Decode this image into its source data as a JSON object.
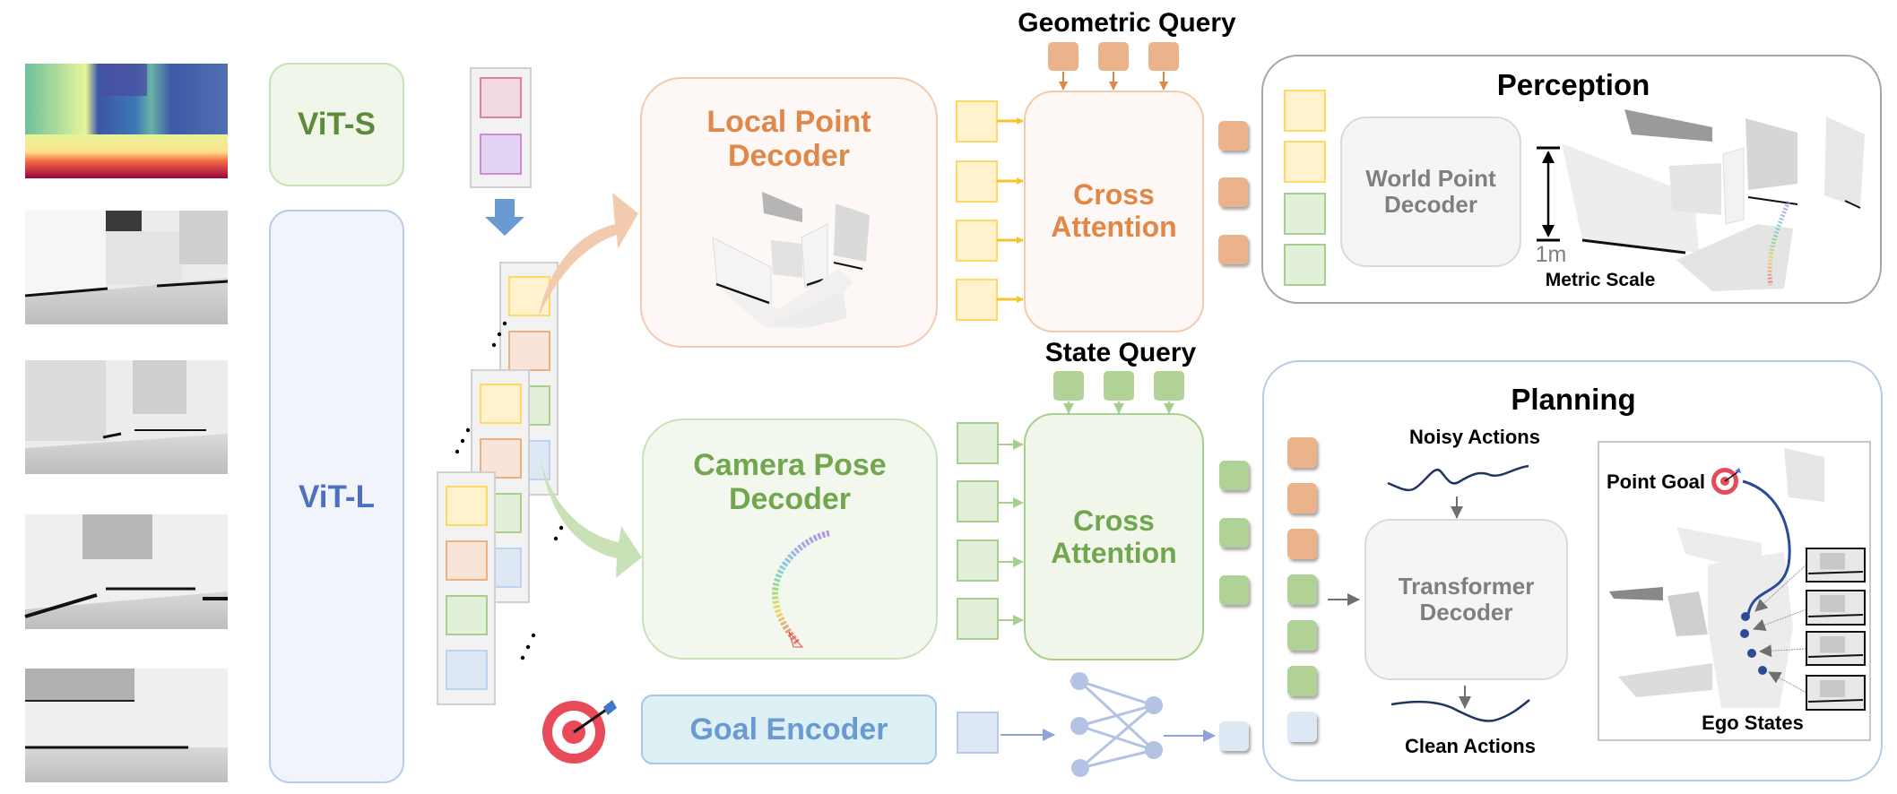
{
  "colors": {
    "orange": "#E0874A",
    "orange_fill": "#FDF8F5",
    "orange_border": "#F2CBAE",
    "orange_token": "#EAB38A",
    "green": "#72A64F",
    "green_fill": "#F3F8EF",
    "green_border": "#C5DFB4",
    "green_token": "#B1D296",
    "blue": "#5274C4",
    "blue_fill": "#F1F5FB",
    "blue_border": "#B8CBEA",
    "goal_fill": "#DDF1F4",
    "goal_text": "#6A9AD2",
    "gray_text": "#7F7F7F",
    "yellow_token": "#FFF2CC",
    "yellow_border": "#FFD966",
    "target_red": "#E84A5A",
    "path_blue": "#2C4A9A"
  },
  "inputs": {
    "depth_image": "depth-map",
    "frames": [
      "frame-1",
      "frame-2",
      "frame-3",
      "frame-4"
    ]
  },
  "encoders": {
    "small": "ViT-S",
    "large": "ViT-L"
  },
  "decoders": {
    "local_point": [
      "Local Point",
      "Decoder"
    ],
    "camera_pose": [
      "Camera Pose",
      "Decoder"
    ],
    "goal": "Goal Encoder"
  },
  "queries": {
    "geometric": "Geometric Query",
    "state": "State Query"
  },
  "cross_attention": [
    "Cross",
    "Attention"
  ],
  "perception": {
    "title": "Perception",
    "decoder": [
      "World Point",
      "Decoder"
    ],
    "scale_value": "1m",
    "scale_label": "Metric Scale"
  },
  "planning": {
    "title": "Planning",
    "noisy": "Noisy Actions",
    "clean": "Clean Actions",
    "decoder": [
      "Transformer",
      "Decoder"
    ],
    "point_goal": "Point Goal",
    "ego_states": "Ego States"
  }
}
